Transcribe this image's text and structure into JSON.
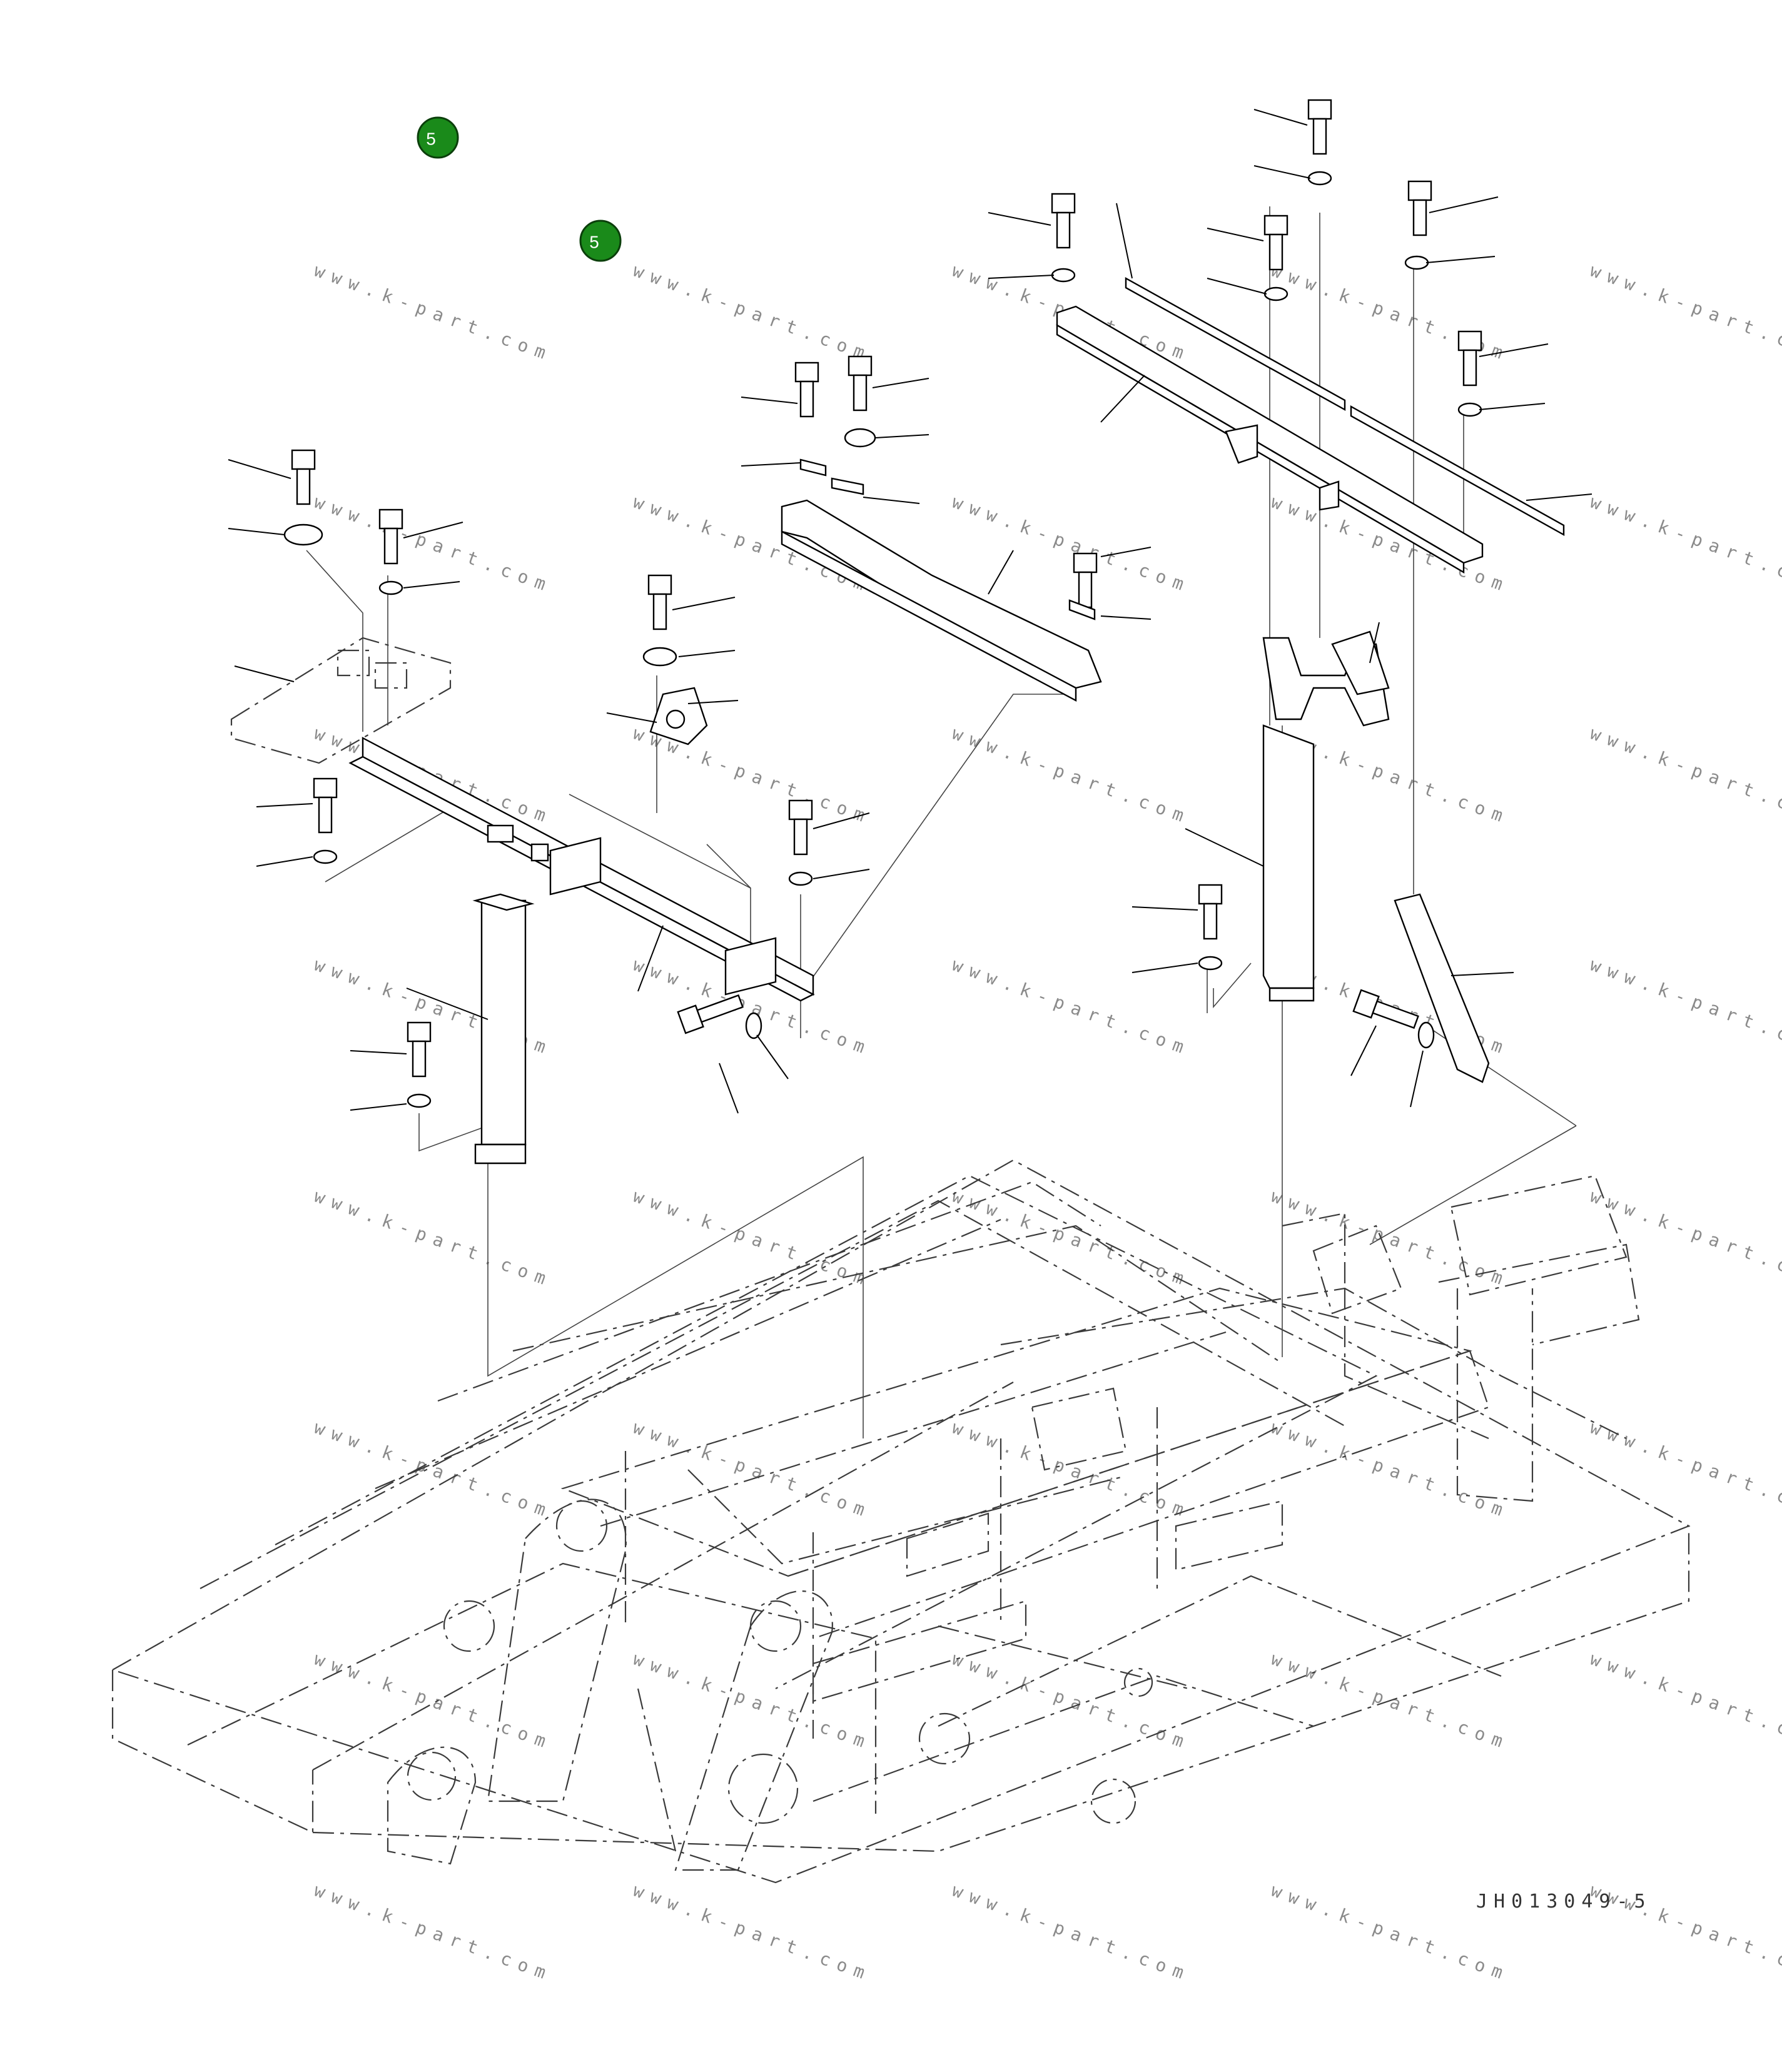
{
  "callouts": [
    {
      "number": "5"
    },
    {
      "number": "5"
    }
  ],
  "drawing_code": "JH013049-5",
  "watermark_text": "www.k-part.com",
  "colors": {
    "callout_fill": "#1a8a1a",
    "line": "#000000",
    "watermark": "#8a8a8a"
  }
}
